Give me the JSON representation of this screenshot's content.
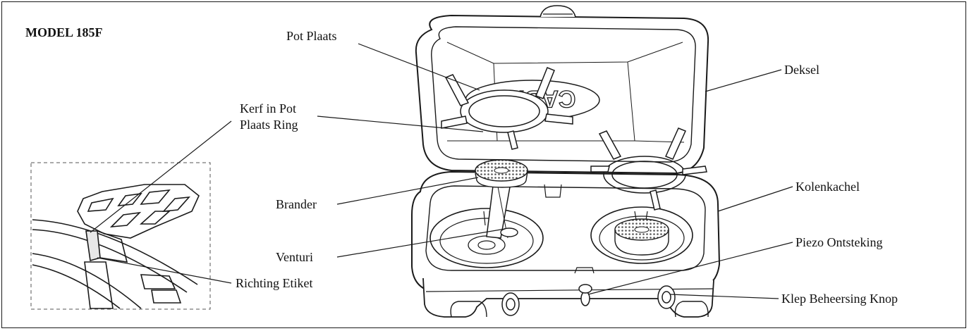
{
  "model_title": "MODEL 185F",
  "labels": {
    "pot_plaats": "Pot Plaats",
    "kerf_line1": "Kerf in Pot",
    "kerf_line2": "Plaats Ring",
    "brander": "Brander",
    "venturi": "Venturi",
    "richting_etiket": "Richting Etiket",
    "deksel": "Deksel",
    "kolenkachel": "Kolenkachel",
    "piezo_ontsteking": "Piezo Ontsteking",
    "klep_knop": "Klep Beheersing Knop"
  },
  "logo_text": "CADAC",
  "colors": {
    "line": "#1a1a1a",
    "fill": "#ffffff",
    "shade": "#e8e8e8",
    "grate": "#555555"
  }
}
